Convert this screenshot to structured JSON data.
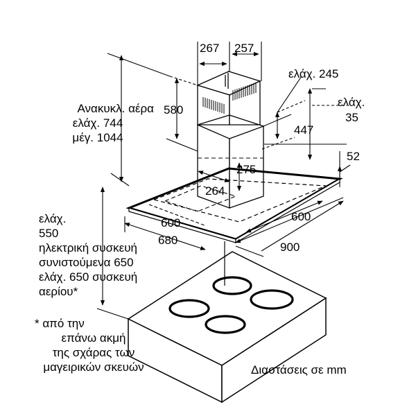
{
  "dimensions": {
    "chimney_width": "267",
    "chimney_depth": "257",
    "min_245": "ελάχ. 245",
    "min_35_a": "ελάχ.",
    "min_35_b": "35",
    "upper_chimney": "580",
    "lower_chimney": "447",
    "d275": "275",
    "d264": "264",
    "d52": "52",
    "d600_left": "600",
    "d600_right": "600",
    "d680": "680",
    "d900": "900"
  },
  "recirculation": {
    "line1": "Ανακυκλ. αέρα",
    "line2": "ελάχ. 744",
    "line3": "μέγ. 1044"
  },
  "clearance": {
    "line1": "ελάχ.",
    "line2": "550",
    "line3": "ηλεκτρική συσκευή",
    "line4": "συνιστούμενα 650",
    "line5": "ελάχ. 650 συσκευή",
    "line6": "αερίου*"
  },
  "footnote": {
    "line1": "* από την",
    "line2": "επάνω ακμή",
    "line3": "της σχάρας των",
    "line4": "μαγειρικών σκευών"
  },
  "units_note": "Διαστάσεις σε mm"
}
